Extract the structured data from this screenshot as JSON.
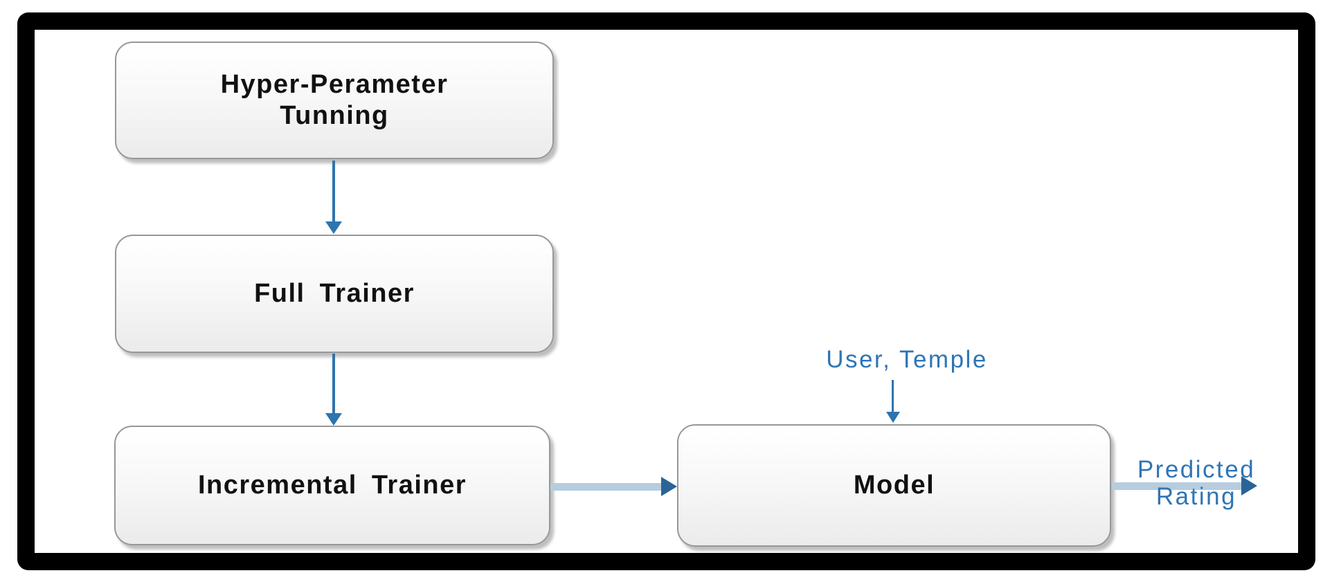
{
  "colors": {
    "frame_black": "#000000",
    "arrow_blue": "#2e74ad",
    "light_arrow_blue": "#b5cdde",
    "arrowhead_dark_blue": "#2a6496",
    "label_blue": "#2e75b5",
    "node_border": "#979797",
    "node_text": "#111111"
  },
  "nodes": {
    "hyper": {
      "label": "Hyper-Perameter\nTunning"
    },
    "full": {
      "label": "Full Trainer"
    },
    "incremental": {
      "label": "Incremental Trainer"
    },
    "model": {
      "label": "Model"
    }
  },
  "annotations": {
    "model_input": "User, Temple",
    "model_output": "Predicted\nRating"
  }
}
